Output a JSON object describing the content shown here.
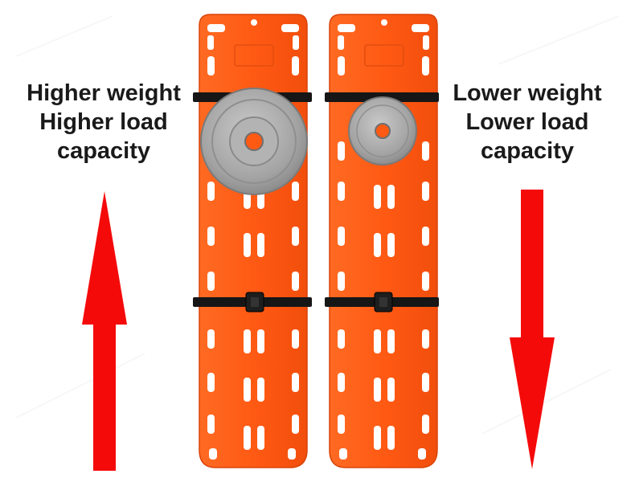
{
  "left_caption": {
    "line1": "Higher weight",
    "line2": "Higher load",
    "line3": "capacity"
  },
  "right_caption": {
    "line1": "Lower weight",
    "line2": "Lower load",
    "line3": "capacity"
  },
  "colors": {
    "board": "#ff5a14",
    "board_dark": "#d94409",
    "arrow": "#f50a0a",
    "plate": "#a6a6a6",
    "strap": "#161616",
    "text": "#1a1a1a"
  },
  "icons": {
    "up_arrow": "arrow-up-icon",
    "down_arrow": "arrow-down-icon"
  }
}
